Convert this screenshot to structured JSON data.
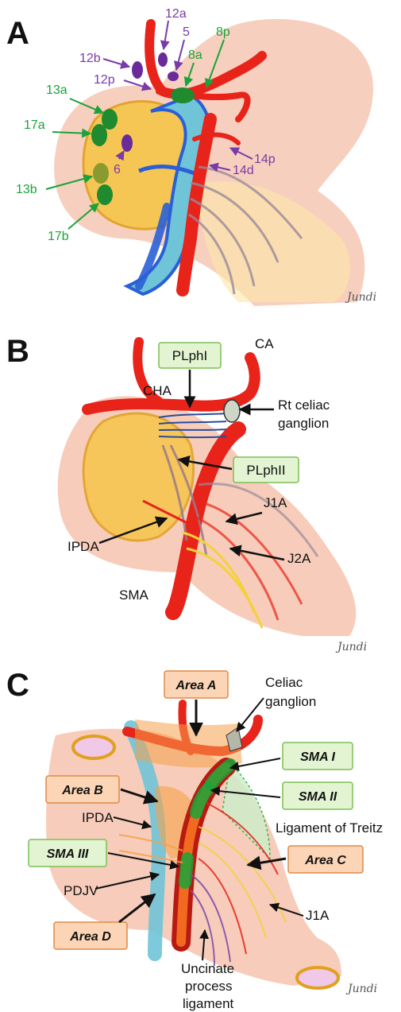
{
  "panels": [
    {
      "letter": "A"
    },
    {
      "letter": "B"
    },
    {
      "letter": "C"
    }
  ],
  "panel_a": {
    "labels_purple": [
      "12a",
      "5",
      "12b",
      "12p",
      "6",
      "14p",
      "14d"
    ],
    "labels_green": [
      "8p",
      "8a",
      "13a",
      "17a",
      "13b",
      "17b"
    ],
    "signature": "Jundi"
  },
  "panel_b": {
    "boxes": [
      "PLphI",
      "PLphII"
    ],
    "labels": {
      "ca": "CA",
      "cha": "CHA",
      "rt_celiac_1": "Rt celiac",
      "rt_celiac_2": "ganglion",
      "j1a": "J1A",
      "ipda": "IPDA",
      "j2a": "J2A",
      "sma": "SMA"
    },
    "signature": "Jundi"
  },
  "panel_c": {
    "boxes_orange": [
      "Area A",
      "Area B",
      "Area C",
      "Area D"
    ],
    "boxes_green": [
      "SMA I",
      "SMA II",
      "SMA III"
    ],
    "labels": {
      "celiac_1": "Celiac",
      "celiac_2": "ganglion",
      "treitz": "Ligament  of Treitz",
      "ipda": "IPDA",
      "pdjv": "PDJV",
      "j1a": "J1A",
      "uncinate_1": "Uncinate",
      "uncinate_2": "process",
      "uncinate_3": "ligament"
    },
    "signature": "Jundi"
  },
  "colors": {
    "artery": "#e8231a",
    "vein": "#2a5fd6",
    "portal_fill": "#6fc4d8",
    "pancreas": "#f6c64a",
    "bowel": "#f4b89a",
    "node_green": "#1f8a2e",
    "node_purple": "#6a2a9a",
    "box_green_fill": "#e3f4d2",
    "box_green_border": "#7cbf55",
    "box_orange_fill": "#fbd5b5",
    "box_orange_border": "#e08a4a"
  }
}
